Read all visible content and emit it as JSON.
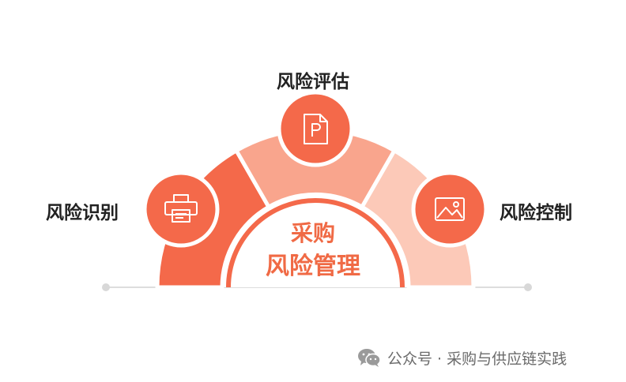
{
  "diagram": {
    "center": {
      "line1": "采购",
      "line2": "风险管理"
    },
    "segments": [
      {
        "label": "风险识别",
        "icon": "printer-icon",
        "color": "#f4694a"
      },
      {
        "label": "风险评估",
        "icon": "document-p-icon",
        "color": "#f9a58d"
      },
      {
        "label": "风险控制",
        "icon": "image-icon",
        "color": "#fcc9b8"
      }
    ],
    "node_color": "#f4694a",
    "accent_text_color": "#f06a45"
  },
  "watermark": {
    "icon": "wechat-icon",
    "text": "公众号 · 采购与供应链实践"
  }
}
